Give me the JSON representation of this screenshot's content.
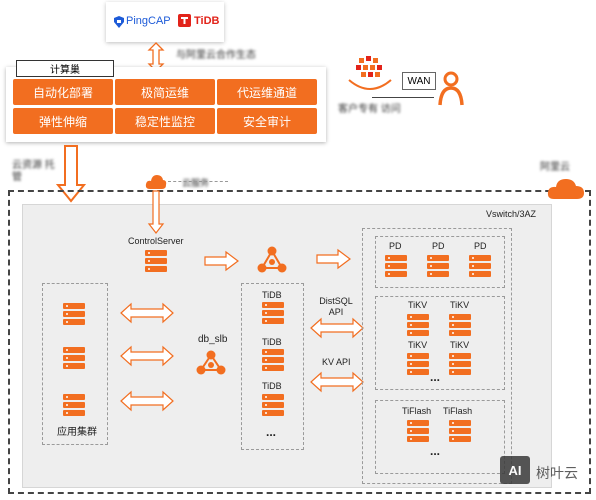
{
  "top": {
    "pingcap_label": "PingCAP",
    "tidb_label": "TiDB",
    "blurred_caption": "与阿里云合作生态"
  },
  "compute": {
    "title": "计算巢",
    "cells": [
      "自动化部署",
      "极简运维",
      "代运维通道",
      "弹性伸缩",
      "稳定性监控",
      "安全审计"
    ]
  },
  "wan": {
    "label": "WAN",
    "blurred_caption": "客户专有 访问"
  },
  "left_blurred_caption": "云资源 托管",
  "right_blurred_caption": "阿里云",
  "cloud_blurred_caption": "云服务",
  "vswitch_label": "Vswitch/3AZ",
  "control_server_label": "ControlServer",
  "app_cluster_label": "应用集群",
  "db_slb_label": "db_slb",
  "tidb_labels": [
    "TiDB",
    "TiDB",
    "TiDB"
  ],
  "tidb_more": "...",
  "distsql_label": "DistSQL\nAPI",
  "kv_api_label": "KV API",
  "pd_labels": [
    "PD",
    "PD",
    "PD"
  ],
  "tikv_labels": [
    "TiKV",
    "TiKV",
    "TiKV",
    "TiKV"
  ],
  "tikv_more": "...",
  "tiflash_labels": [
    "TiFlash",
    "TiFlash"
  ],
  "tiflash_more": "...",
  "watermark": {
    "logo": "AI",
    "text": "树叶云"
  },
  "colors": {
    "accent": "#f26e20",
    "panel": "#eeeeee",
    "tidb_red": "#e2231a",
    "pingcap_blue": "#1d5bd8"
  }
}
